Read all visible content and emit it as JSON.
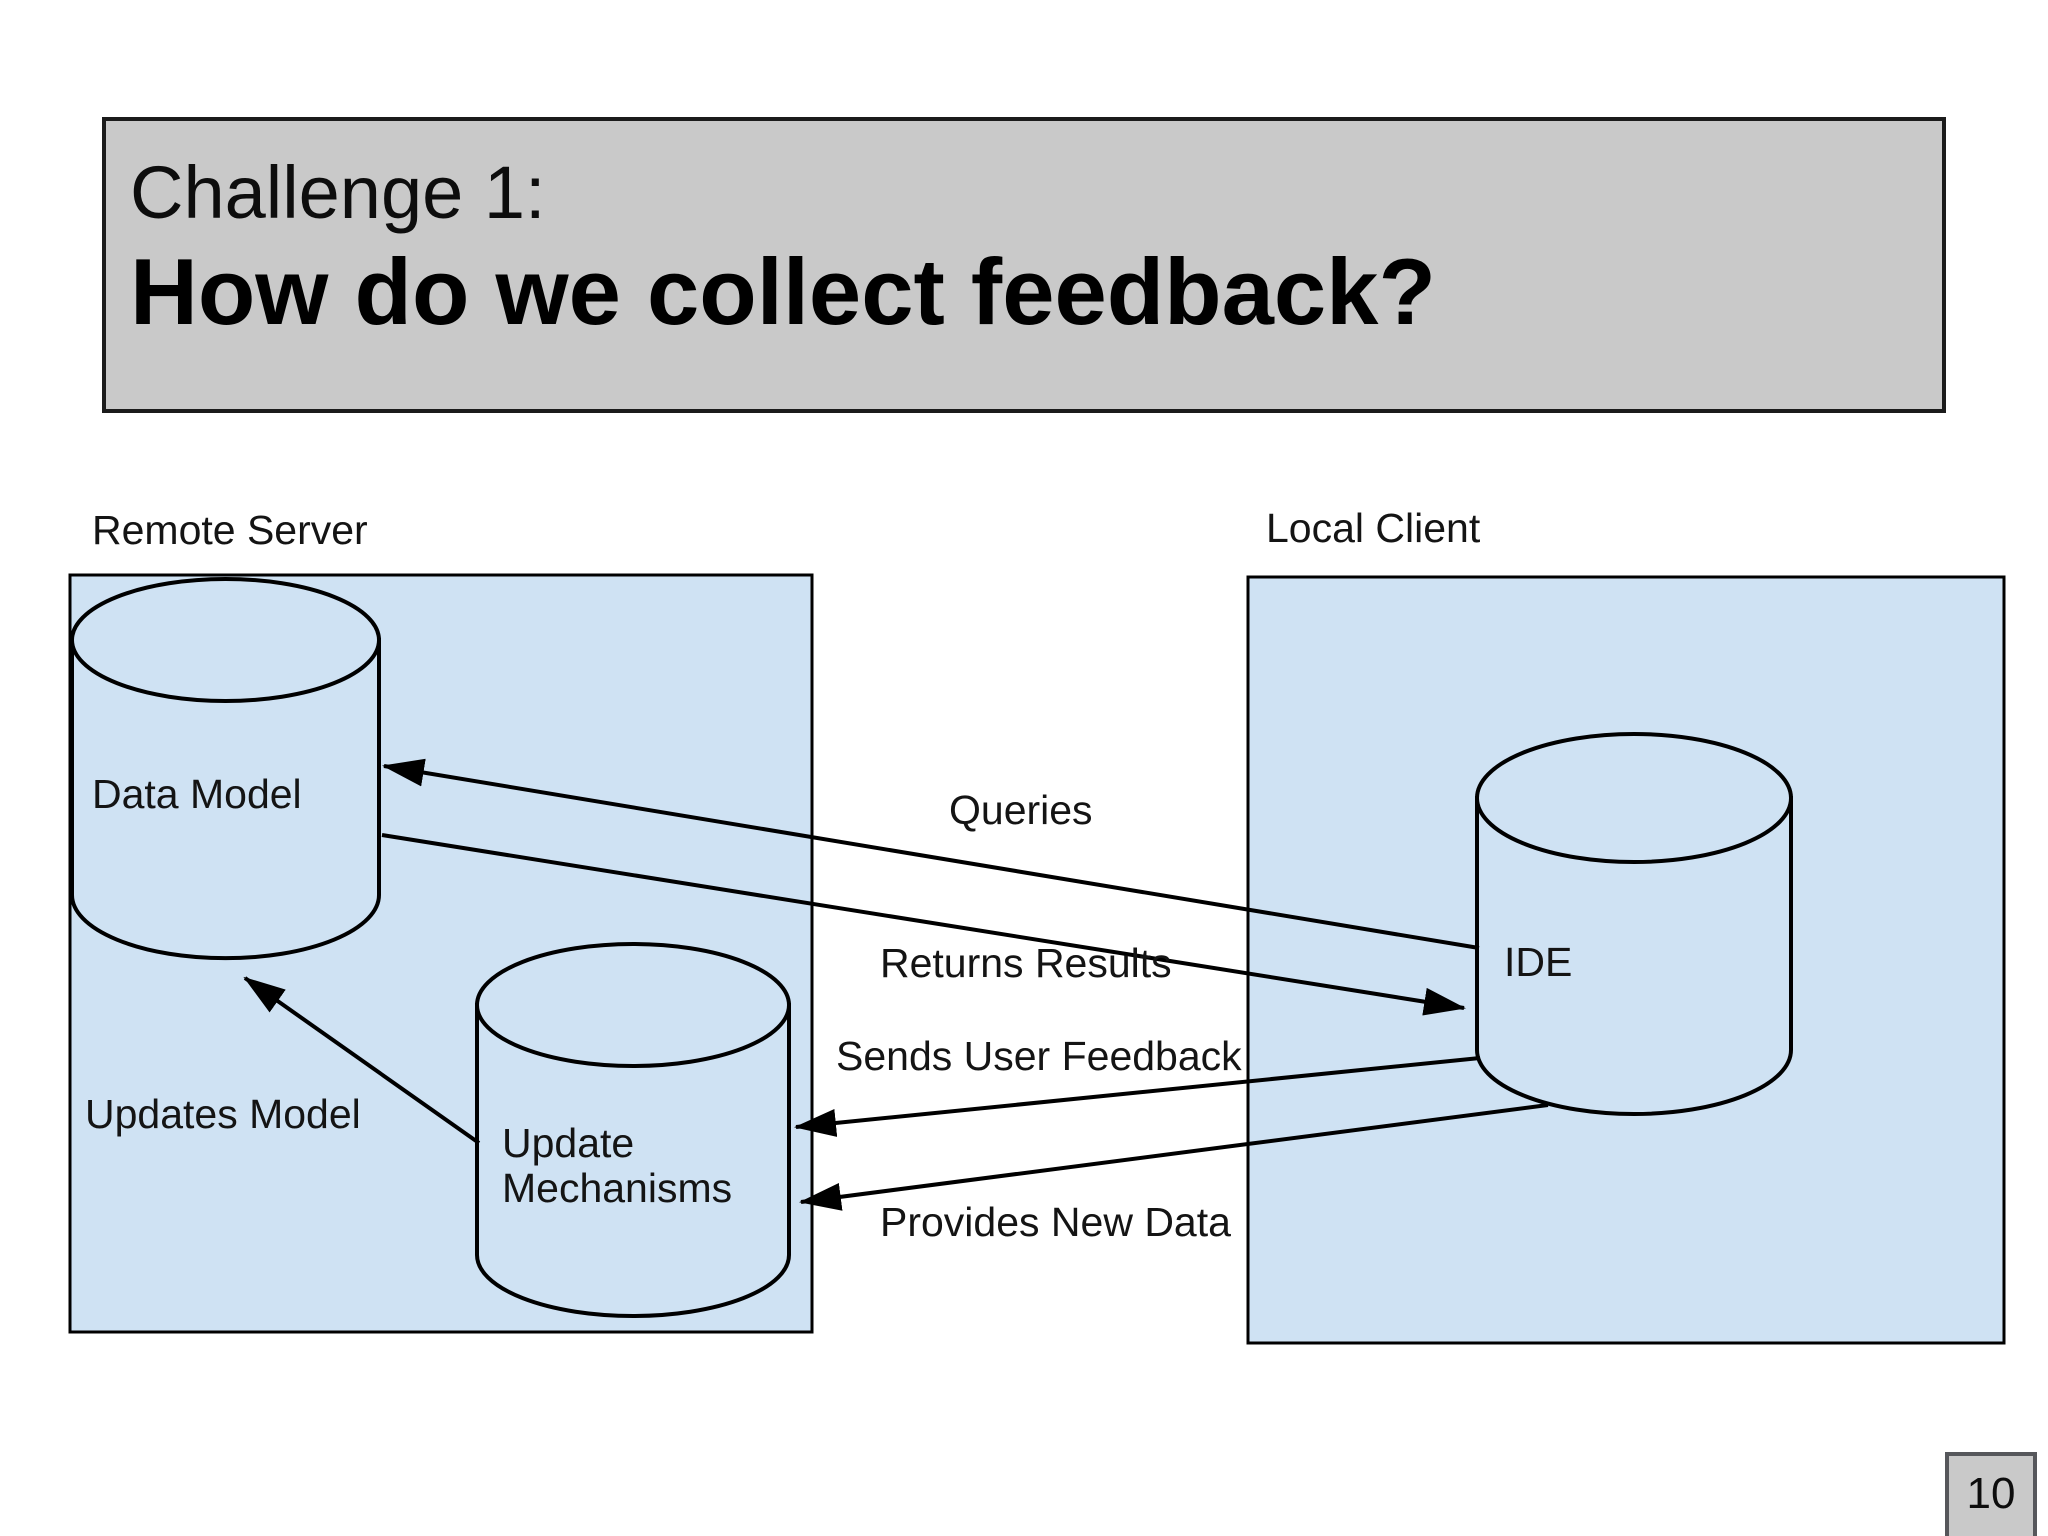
{
  "title": {
    "kicker": "Challenge 1:",
    "main": "How do we collect feedback?"
  },
  "page_number": "10",
  "diagram": {
    "containers": [
      {
        "id": "remote_server",
        "label": "Remote Server"
      },
      {
        "id": "local_client",
        "label": "Local Client"
      }
    ],
    "nodes": {
      "data_model": {
        "label": "Data Model",
        "shape": "cylinder",
        "container": "remote_server"
      },
      "update_mechanisms": {
        "label_line1": "Update",
        "label_line2": "Mechanisms",
        "shape": "cylinder",
        "container": "remote_server"
      },
      "ide": {
        "label": "IDE",
        "shape": "cylinder",
        "container": "local_client"
      }
    },
    "edges": [
      {
        "label": "Queries",
        "from": "ide",
        "to": "data_model"
      },
      {
        "label": "Returns Results",
        "from": "data_model",
        "to": "ide"
      },
      {
        "label": "Sends User Feedback",
        "from": "ide",
        "to": "update_mechanisms"
      },
      {
        "label": "Provides New Data",
        "from": "ide",
        "to": "update_mechanisms"
      },
      {
        "label": "Updates Model",
        "from": "update_mechanisms",
        "to": "data_model"
      }
    ]
  },
  "colors": {
    "node_fill": "#cfe2f3",
    "outline": "#000000",
    "title_box_fill": "#c9c9c9",
    "title_box_border": "#1b1b1b",
    "page_badge_fill": "#c9c9c9",
    "page_badge_border": "#56575b",
    "background": "#ffffff",
    "text": "#141414"
  }
}
